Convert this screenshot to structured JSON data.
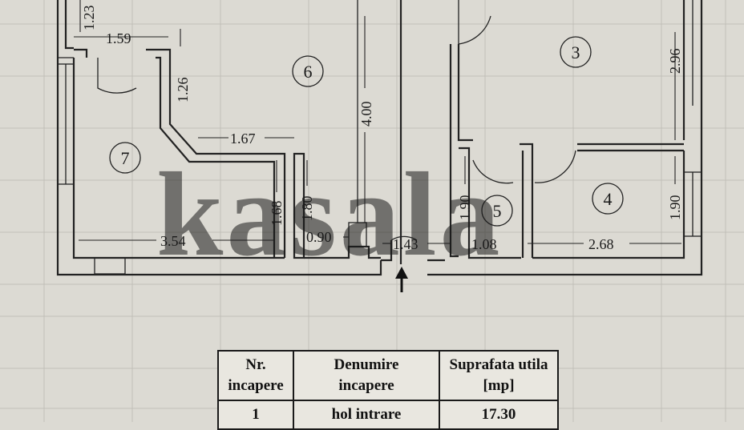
{
  "floorplan": {
    "rooms": [
      {
        "id": "room-3",
        "number": "3"
      },
      {
        "id": "room-4",
        "number": "4"
      },
      {
        "id": "room-5",
        "number": "5"
      },
      {
        "id": "room-6",
        "number": "6"
      },
      {
        "id": "room-7",
        "number": "7"
      }
    ],
    "dimensions": {
      "d_1_23": "1.23",
      "d_1_59": "1.59",
      "d_1_26": "1.26",
      "d_1_67": "1.67",
      "d_4_00": "4.00",
      "d_2_96": "2.96",
      "d_1_68": "1.68",
      "d_1_80": "1.80",
      "d_1_90_a": "1.90",
      "d_1_90_b": "1.90",
      "d_3_54": "3.54",
      "d_0_90": "0.90",
      "d_1_43": "1.43",
      "d_1_08": "1.08",
      "d_2_68": "2.68"
    },
    "watermark": "kasala",
    "colors": {
      "watermark": "#f2c94c",
      "ink": "#1a1a1a",
      "paper": "#dcdad3"
    }
  },
  "table": {
    "headers": {
      "nr_line1": "Nr.",
      "nr_line2": "incapere",
      "name_line1": "Denumire",
      "name_line2": "incapere",
      "area_line1": "Suprafata utila",
      "area_line2": "[mp]"
    },
    "rows": [
      {
        "nr": "1",
        "name": "hol intrare",
        "area": "17.30"
      }
    ]
  }
}
